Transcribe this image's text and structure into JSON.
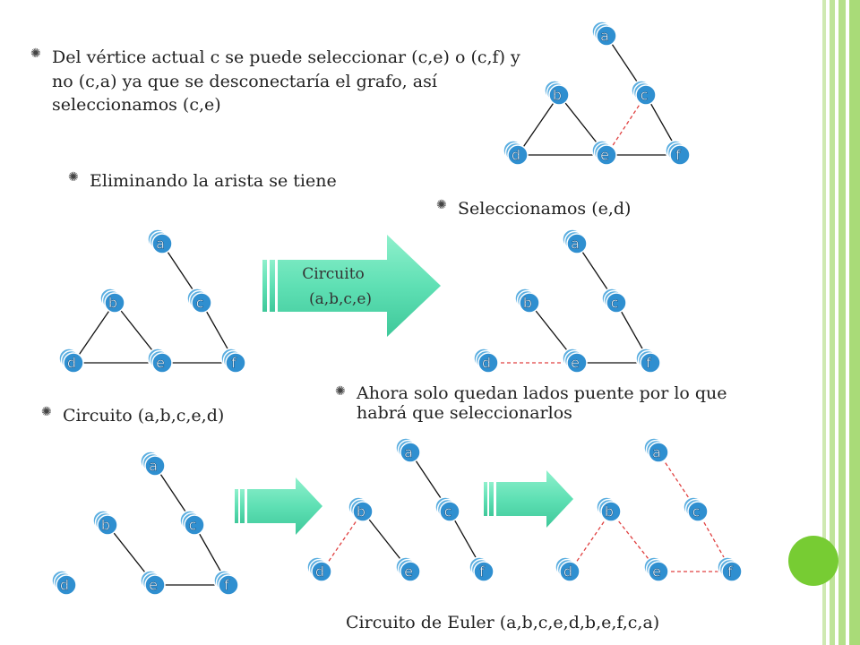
{
  "bullets": [
    "Del vértice actual c se puede seleccionar (c,e) o (c,f) y no (c,a) ya que se desconectaría el grafo, así seleccionamos (c,e)",
    "Eliminando la arista se tiene",
    "Seleccionamos (e,d)",
    "Ahora solo quedan lados puente por lo que habrá que seleccionarlos",
    "Circuito (a,b,c,e,d)"
  ],
  "bullet_icon": "sun-bullet-icon",
  "arrow_label_line1": "Circuito",
  "arrow_label_line2": "(a,b,c,e)",
  "euler_caption": "Circuito de Euler (a,b,c,e,d,b,e,f,c,a)",
  "node_labels": {
    "a": "a",
    "b": "b",
    "c": "c",
    "d": "d",
    "e": "e",
    "f": "f"
  },
  "colors": {
    "node_fill": "#2f8fd0",
    "node_stroke": "#ffffff",
    "edge": "#111111",
    "dashed_edge": "#e04040",
    "arrow_fill": "#5fe0b4",
    "stripe_green": "#b5e08a",
    "dot_green": "#77cc33"
  },
  "graphs": [
    {
      "id": "g1",
      "solid": [
        "a-c",
        "b-d",
        "b-e",
        "d-e",
        "e-f",
        "c-f"
      ],
      "dashed": [
        "c-e"
      ]
    },
    {
      "id": "g2",
      "solid": [
        "a-c",
        "b-d",
        "b-e",
        "d-e",
        "e-f",
        "c-f"
      ],
      "dashed": []
    },
    {
      "id": "g3",
      "solid": [
        "a-c",
        "b-e",
        "e-f",
        "c-f"
      ],
      "dashed": [
        "d-e"
      ]
    },
    {
      "id": "g4",
      "solid": [
        "a-c",
        "b-e",
        "e-f",
        "c-f"
      ],
      "dashed": []
    },
    {
      "id": "g5",
      "solid": [
        "a-c",
        "b-e",
        "c-f"
      ],
      "dashed": [
        "b-d"
      ]
    },
    {
      "id": "g6",
      "solid": [],
      "dashed": [
        "a-c",
        "b-d",
        "b-e",
        "e-f",
        "c-f"
      ]
    }
  ]
}
